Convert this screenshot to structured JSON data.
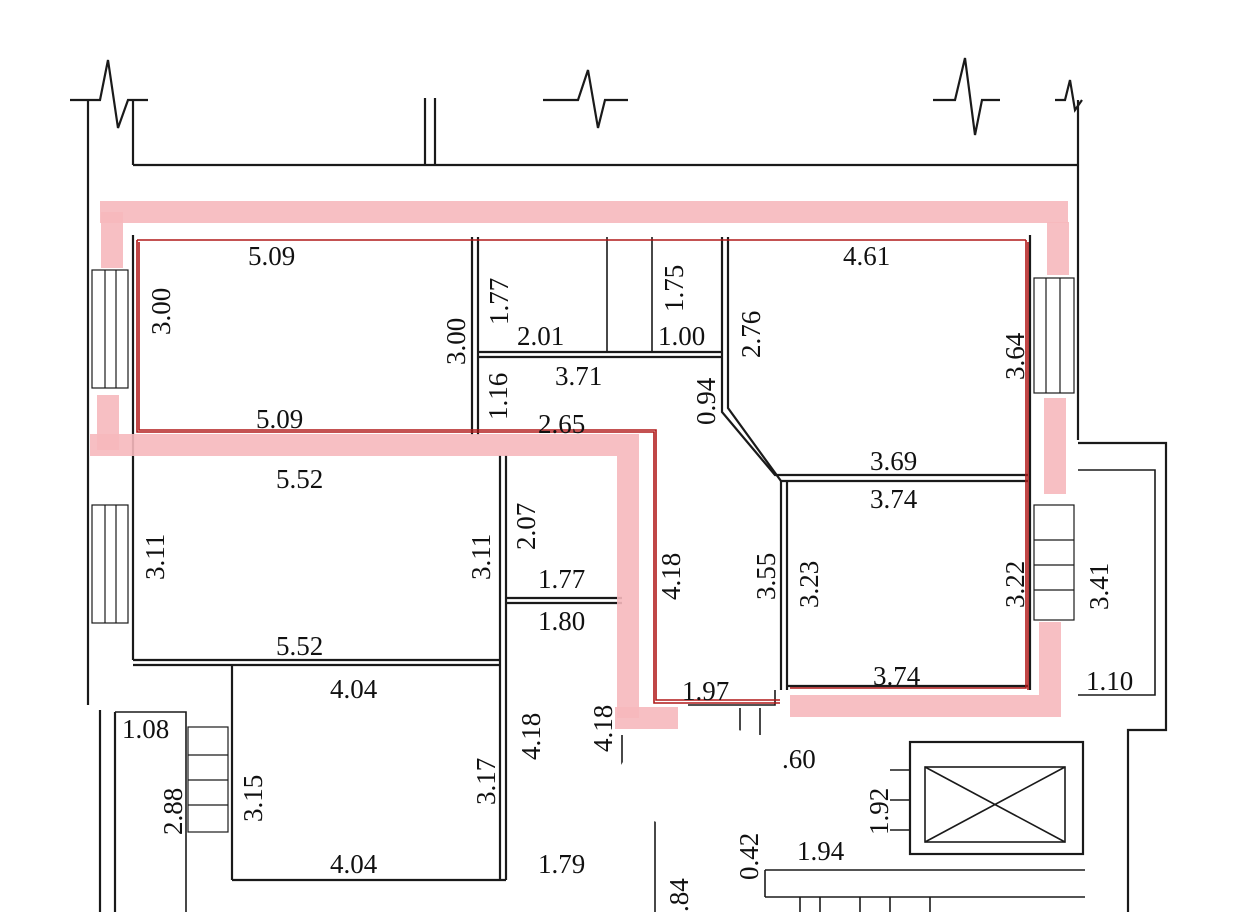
{
  "colors": {
    "highlight": "#f6b8bd",
    "outline": "#b01818",
    "wall": "#1a1a1a"
  },
  "dims": {
    "r1_top": "5.09",
    "r1_left": "3.00",
    "r1_right": "3.00",
    "r1_bottom": "5.09",
    "c_177": "1.77",
    "c_201": "2.01",
    "c_175": "1.75",
    "c_100": "1.00",
    "r2_276": "2.76",
    "r2_top": "4.61",
    "r2_right": "3.64",
    "h_371": "3.71",
    "h_116": "1.16",
    "h_094": "0.94",
    "h_265": "2.65",
    "r2_bottom": "3.69",
    "r3_top": "5.52",
    "r3_left": "3.11",
    "r3_right": "3.11",
    "r3_bottom": "5.52",
    "c_207": "2.07",
    "c_177b": "1.77",
    "c_180": "1.80",
    "h_418": "4.18",
    "h_355": "3.55",
    "r4_top": "3.74",
    "r4_left": "3.23",
    "r4_right": "3.22",
    "r4_bottom": "3.74",
    "b_341": "3.41",
    "b_110": "1.10",
    "h_197": "1.97",
    "r5_top": "4.04",
    "r5_left": "3.15",
    "r5_right": "3.17",
    "r5_bottom": "4.04",
    "l_108": "1.08",
    "l_288": "2.88",
    "k_418": "4.18",
    "k_418b": "4.18",
    "k_179": "1.79",
    "s_60": ".60",
    "s_192": "1.92",
    "s_042": "0.42",
    "s_194": "1.94",
    "s_84": ".84"
  }
}
